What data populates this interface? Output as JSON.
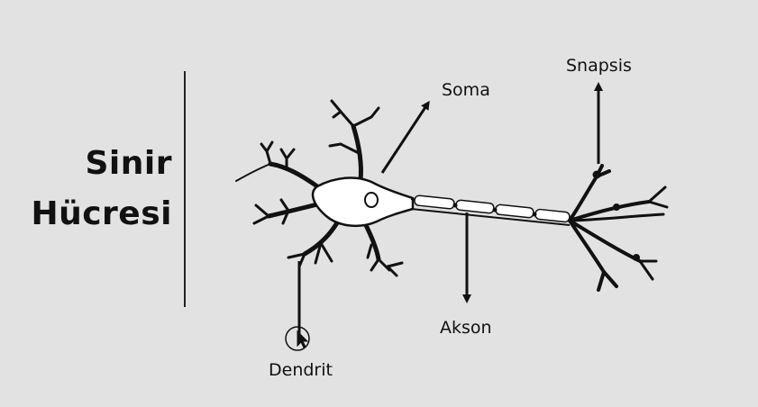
{
  "title": {
    "line1": "Sinir",
    "line2": "Hücresi"
  },
  "labels": {
    "soma": "Soma",
    "snapsis": "Snapsis",
    "akson": "Akson",
    "dendrit": "Dendrit"
  },
  "colors": {
    "background": "#e2e2e2",
    "ink": "#111111",
    "cell_fill": "#ffffff"
  },
  "cursor_icon": "mouse-pointer-icon"
}
